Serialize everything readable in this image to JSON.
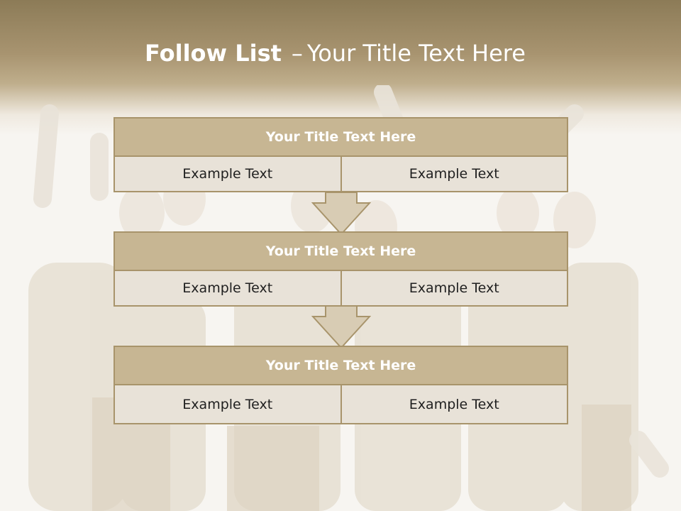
{
  "slide": {
    "title_bold": "Follow List",
    "title_separator": "–",
    "title_rest": "Your Title Text Here"
  },
  "blocks": [
    {
      "title": "Your Title Text Here",
      "left_text": "Example Text",
      "right_text": "Example Text"
    },
    {
      "title": "Your Title Text Here",
      "left_text": "Example Text",
      "right_text": "Example Text"
    },
    {
      "title": "Your Title Text Here",
      "left_text": "Example Text",
      "right_text": "Example Text"
    }
  ],
  "colors": {
    "header_dark": "#8c7b57",
    "block_title_fill": "#c7b693",
    "block_border": "#a8946b",
    "cell_fill": "#e8e2d8",
    "arrow_fill": "#d8ccb4"
  }
}
